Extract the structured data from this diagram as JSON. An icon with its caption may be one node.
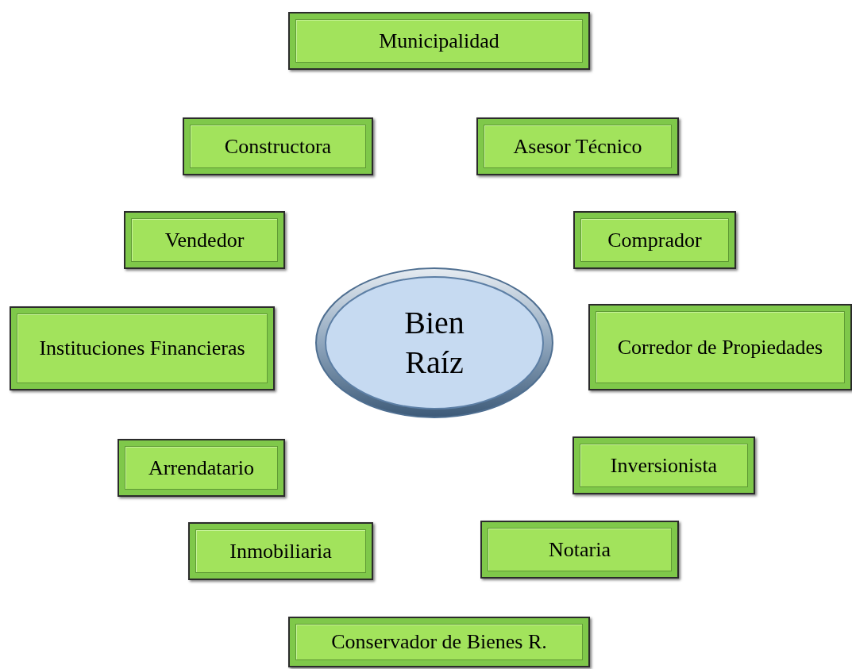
{
  "diagram": {
    "nodes": [
      {
        "text": [
          "Municipalidad"
        ]
      },
      {
        "text": [
          "Constructora"
        ]
      },
      {
        "text": [
          "Asesor Técnico"
        ]
      },
      {
        "text": [
          "Vendedor"
        ]
      },
      {
        "text": [
          "Comprador"
        ]
      },
      {
        "text": [
          "Instituciones Financieras"
        ]
      },
      {
        "text": [
          "Bien Raíz"
        ]
      },
      {
        "text": [
          "Corredor de Propiedades"
        ]
      },
      {
        "text": [
          "Arrendatario"
        ]
      },
      {
        "text": [
          "Inversionista"
        ]
      },
      {
        "text": [
          "Inmobiliaria"
        ]
      },
      {
        "text": [
          "Notaria"
        ]
      },
      {
        "text": [
          "Conservador de Bienes R."
        ]
      }
    ]
  }
}
